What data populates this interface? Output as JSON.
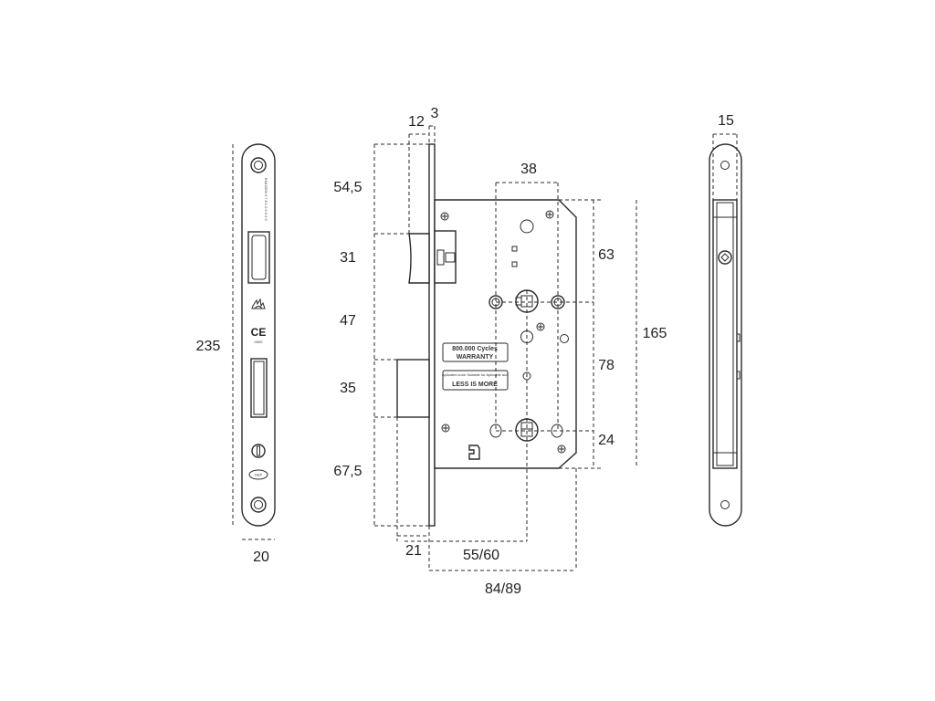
{
  "front_plate": {
    "height_label": "235",
    "width_label": "20",
    "ce_mark": "CE",
    "ce_sub": "0000",
    "vertical_text": "EN12209 3 7 8 1 0 0 0 2 0",
    "logo_text": "GEP"
  },
  "lock_body": {
    "top_labels": {
      "edge_12": "12",
      "edge_3": "3",
      "spacing_38": "38"
    },
    "left_labels": {
      "v_54_5": "54,5",
      "v_31": "31",
      "v_47": "47",
      "v_35": "35",
      "v_67_5": "67,5"
    },
    "right_labels": {
      "v_63": "63",
      "v_78": "78",
      "v_24": "24",
      "v_165": "165"
    },
    "bottom_labels": {
      "h_21": "21",
      "h_55_60": "55/60",
      "h_84_89": "84/89"
    },
    "warranty_line1": "800.000 Cycles",
    "warranty_line2": "WARRANTY",
    "label_top_line": "Aplicated zone    Suitable for    Aplicable acc",
    "label_bottom_line": "LESS IS MORE"
  },
  "side_view": {
    "width_label": "15"
  }
}
